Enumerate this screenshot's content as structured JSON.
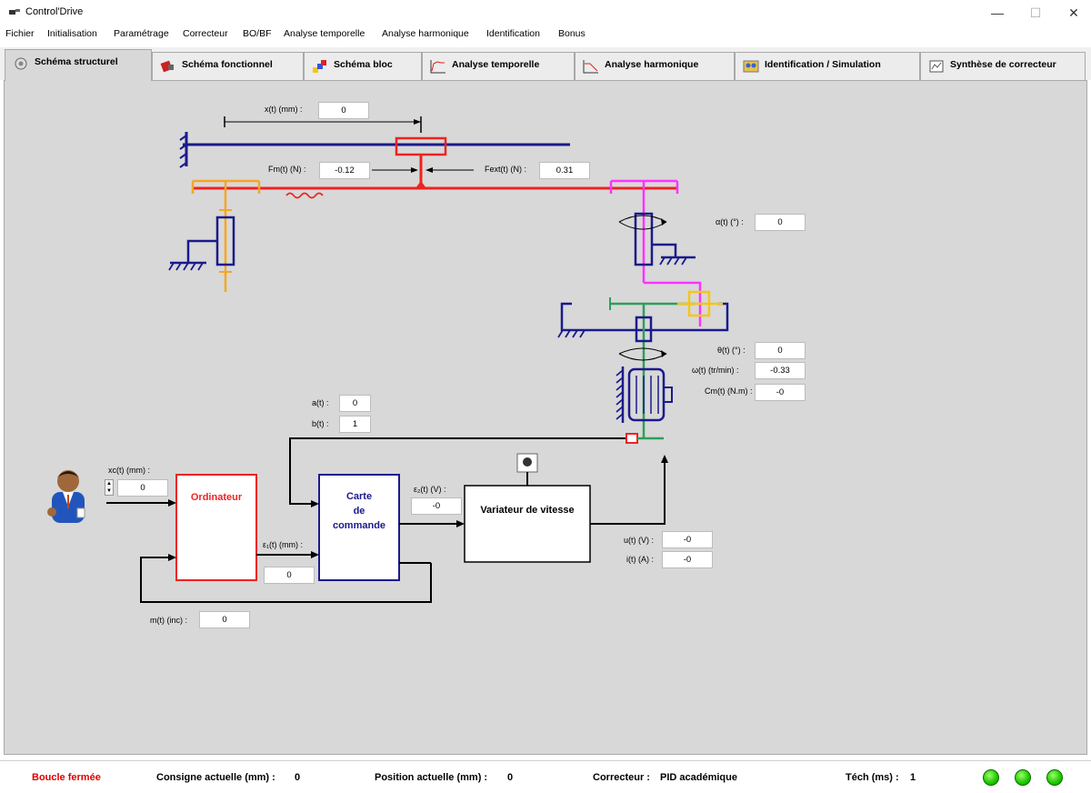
{
  "window": {
    "title": "Control'Drive",
    "minimize": "—",
    "maximize": "☐",
    "close": "✕"
  },
  "menu": [
    "Fichier",
    "Initialisation",
    "Paramétrage",
    "Correcteur",
    "BO/BF",
    "Analyse temporelle",
    "Analyse harmonique",
    "Identification",
    "Bonus"
  ],
  "tabs": [
    {
      "label": "Schéma structurel",
      "icon": "structure-icon"
    },
    {
      "label": "Schéma fonctionnel",
      "icon": "functional-icon"
    },
    {
      "label": "Schéma bloc",
      "icon": "block-icon"
    },
    {
      "label": "Analyse temporelle",
      "icon": "step-response-icon"
    },
    {
      "label": "Analyse harmonique",
      "icon": "bode-icon"
    },
    {
      "label": "Identification / Simulation",
      "icon": "identification-icon"
    },
    {
      "label": "Synthèse de correcteur",
      "icon": "corrector-icon"
    }
  ],
  "diagram": {
    "x": {
      "label": "x(t) (mm) :",
      "value": "0"
    },
    "fm": {
      "label": "Fm(t) (N) :",
      "value": "-0.12"
    },
    "fext": {
      "label": "Fext(t) (N) :",
      "value": "0.31"
    },
    "alpha": {
      "label": "α(t) (°) :",
      "value": "0"
    },
    "theta": {
      "label": "θ(t) (°) :",
      "value": "0"
    },
    "omega": {
      "label": "ω(t) (tr/min) :",
      "value": "-0.33"
    },
    "cm": {
      "label": "Cm(t) (N.m) :",
      "value": "-0"
    },
    "a": {
      "label": "a(t) :",
      "value": "0"
    },
    "b": {
      "label": "b(t) :",
      "value": "1"
    },
    "xc": {
      "label": "xc(t) (mm) :",
      "value": "0"
    },
    "eps1": {
      "label": "ε₁(t) (mm) :",
      "value": "0"
    },
    "eps2": {
      "label": "ε₂(t) (V) :",
      "value": "-0"
    },
    "u": {
      "label": "u(t) (V) :",
      "value": "-0"
    },
    "i": {
      "label": "i(t) (A) :",
      "value": "-0"
    },
    "m": {
      "label": "m(t) (inc) :",
      "value": "0"
    },
    "blocks": {
      "ordinateur": "Ordinateur",
      "carte_line1": "Carte",
      "carte_line2": "de",
      "carte_line3": "commande",
      "variateur": "Variateur de vitesse"
    }
  },
  "status": {
    "mode": "Boucle fermée",
    "consigne_label": "Consigne actuelle (mm) :",
    "consigne_value": "0",
    "position_label": "Position actuelle (mm) :",
    "position_value": "0",
    "correcteur_label": "Correcteur :",
    "correcteur_value": "PID académique",
    "tech_label": "Téch (ms) :",
    "tech_value": "1"
  },
  "colors": {
    "accent_red": "#ee2222",
    "navy": "#1a1a8c",
    "orange": "#f5a623",
    "magenta": "#ff33ff",
    "green": "#2e9e5b",
    "yellow": "#f5c518",
    "status_red": "#e00000",
    "led_green": "#22cc00"
  }
}
